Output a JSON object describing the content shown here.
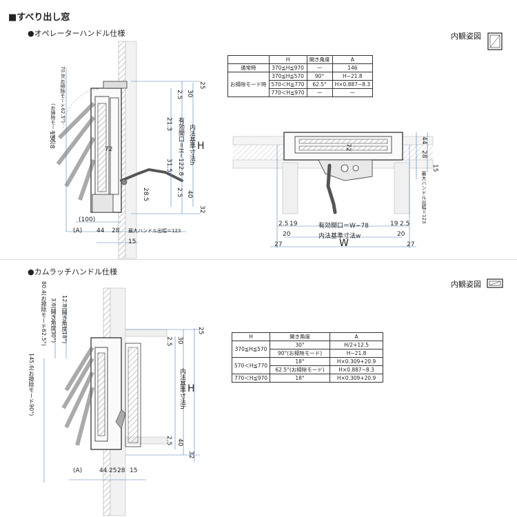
{
  "title": "■すべり出し窓",
  "section1": {
    "heading": "●オペレーターハンドル仕様",
    "view_label": "内観姿図",
    "table": {
      "headers": [
        "",
        "H",
        "開き角度",
        "A"
      ],
      "rows": [
        [
          "通常時",
          "370≦H≦970",
          "ー",
          "146"
        ],
        [
          "お掃除モード時",
          "370≦H≦570",
          "90°",
          "H−21.8"
        ],
        [
          "",
          "570＜H≦770",
          "62.5°",
          "H×0.887−8.3"
        ],
        [
          "",
          "770＜H≦970",
          "ー",
          "ー"
        ]
      ]
    },
    "left_labels": {
      "mode_625": "70.8(お掃除モード62.5°)",
      "mode_90": "(お掃除モード90°)",
      "v1368": "136.8",
      "d72": "72",
      "d100": "(100)",
      "a": "(A)",
      "d44": "44",
      "d28": "28",
      "max_handle": "最大ハンドル出幅＝123",
      "d15": "15",
      "d25": "25",
      "d30": "30",
      "d25b": "2.5",
      "d213": "21.3",
      "d315": "31.5",
      "d285": "28.5",
      "d25c": "2.5",
      "d40": "40",
      "d32": "32",
      "eff_open": "有効開口＝H−122.8",
      "inner_dim": "内法基準寸法h",
      "H": "H"
    },
    "right_labels": {
      "d44": "44",
      "d28": "28",
      "d15": "15",
      "d72": "72",
      "max_handle": "最大ハンドル出幅＝123",
      "d25a": "2.5",
      "d19a": "19",
      "eff_open": "有効開口＝W−78",
      "d19b": "19",
      "d25b": "2.5",
      "d20a": "20",
      "inner_dim": "内法基準寸法w",
      "d20b": "20",
      "d27a": "27",
      "W": "W",
      "d27b": "27"
    }
  },
  "section2": {
    "heading": "●カムラッチハンドル仕様",
    "view_label": "内観姿図",
    "table": {
      "headers": [
        "H",
        "開き角度",
        "A"
      ],
      "rows": [
        [
          "370≦H≦570",
          "30°",
          "H/2+12.5"
        ],
        [
          "",
          "90°(お掃除モード)",
          "H−21.8"
        ],
        [
          "570＜H≦770",
          "18°",
          "H×0.309+20.9"
        ],
        [
          "",
          "62.5°(お掃除モード)",
          "H×0.887−8.3"
        ],
        [
          "770＜H≦970",
          "18°",
          "H×0.309+20.9"
        ]
      ]
    },
    "labels": {
      "mode_625": "80.4(お掃除モード62.5°)",
      "open30": "3.6(開き角度30°)",
      "open18": "12.8(開き角度18°)",
      "mode_90": "145.6(お掃除モード90°)",
      "a": "(A)",
      "d44": "44",
      "d25": "25",
      "d28": "28",
      "d15": "15",
      "d25t": "25",
      "d25a": "2.5",
      "d30": "30",
      "inner_dim": "内法基準寸法h",
      "H": "H",
      "d25b": "2.5",
      "d40": "40",
      "d32": "32"
    }
  }
}
